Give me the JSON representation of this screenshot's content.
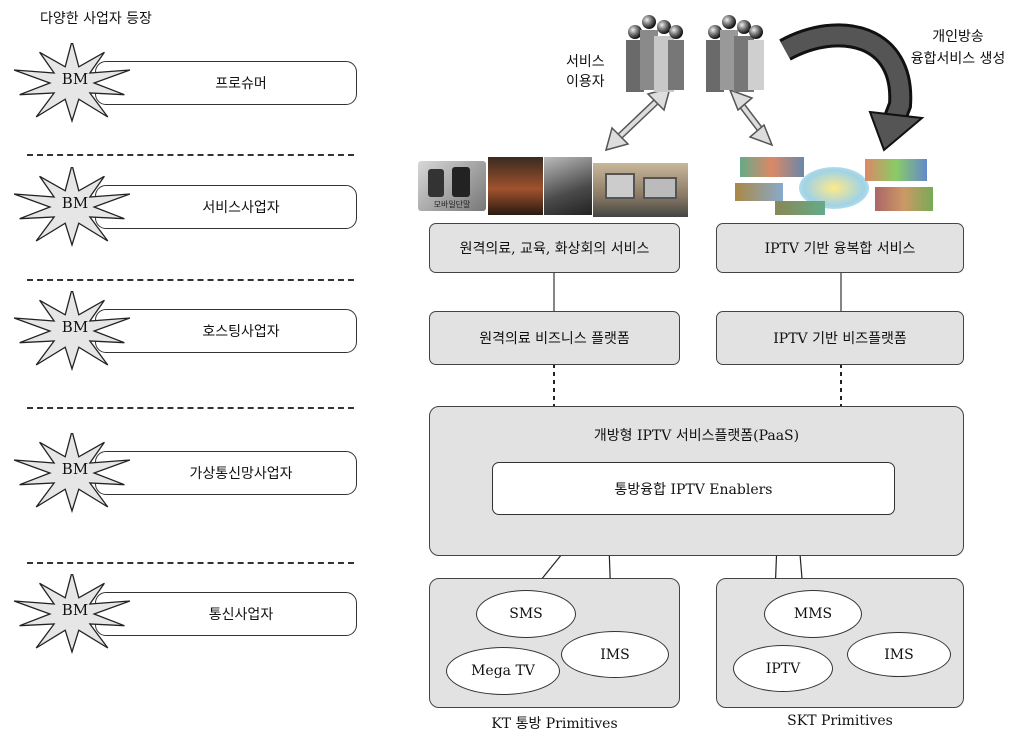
{
  "left": {
    "title": "다양한 사업자 등장",
    "rows": [
      {
        "badge": "BM",
        "label": "프로슈머"
      },
      {
        "badge": "BM",
        "label": "서비스사업자"
      },
      {
        "badge": "BM",
        "label": "호스팅사업자"
      },
      {
        "badge": "BM",
        "label": "가상통신망사업자"
      },
      {
        "badge": "BM",
        "label": "통신사업자"
      }
    ]
  },
  "top": {
    "users_label": "서비스\n이용자",
    "users_label_line1": "서비스",
    "users_label_line2": "이용자",
    "broadcast_line1": "개인방송",
    "broadcast_line2": "융합서비스 생성",
    "photo_caption": "모바일단말"
  },
  "services": {
    "left_service": "원격의료, 교육, 화상회의 서비스",
    "right_service": "IPTV 기반 융복합 서비스",
    "left_platform": "원격의료 비즈니스 플랫폼",
    "right_platform": "IPTV 기반 비즈플랫폼"
  },
  "paas": {
    "title": "개방형 IPTV 서비스플랫폼(PaaS)",
    "enablers": "통방융합 IPTV Enablers"
  },
  "kt": {
    "caption": "KT 통방 Primitives",
    "items": [
      "SMS",
      "IMS",
      "Mega TV"
    ]
  },
  "skt": {
    "caption": "SKT Primitives",
    "items": [
      "MMS",
      "IMS",
      "IPTV"
    ]
  },
  "colors": {
    "box_fill": "#e2e2e2",
    "border": "#444444",
    "people_dark": "#555555",
    "people_light": "#bdbdbd"
  }
}
